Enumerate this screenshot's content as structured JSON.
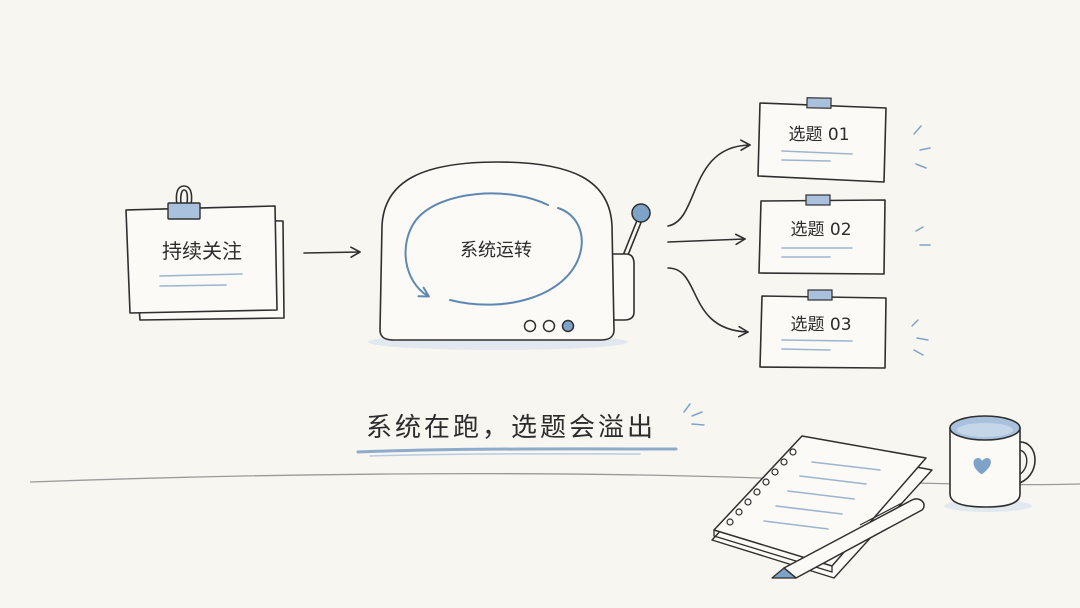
{
  "diagram": {
    "source_card": {
      "label": "持续关注"
    },
    "machine": {
      "label": "系统运转"
    },
    "topics": [
      {
        "label": "选题 01"
      },
      {
        "label": "选题 02"
      },
      {
        "label": "选题 03"
      }
    ],
    "caption": "系统在跑，选题会溢出"
  },
  "colors": {
    "background": "#f8f6f1",
    "ink": "#2f2f2f",
    "accent_blue": "#7fa3c8",
    "tape_blue": "#a9c1dd"
  }
}
